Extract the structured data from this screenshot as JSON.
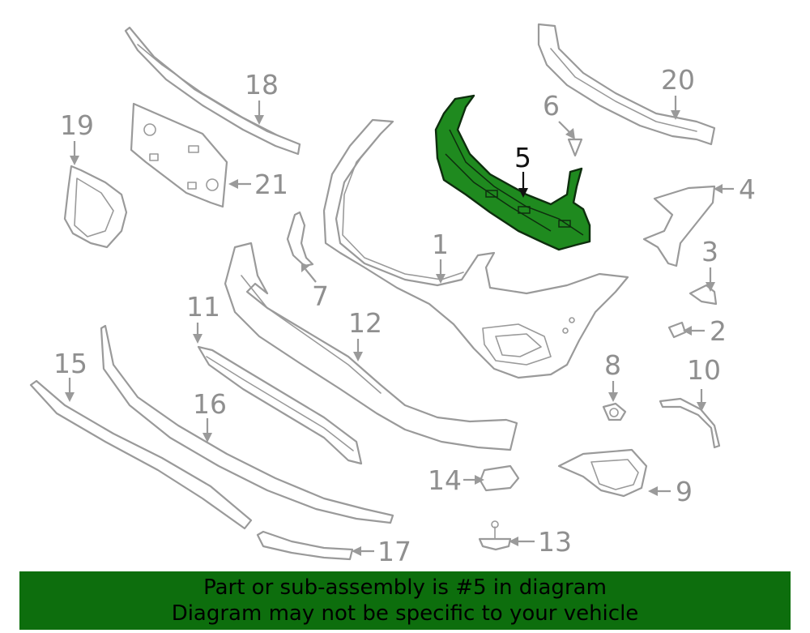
{
  "callouts": {
    "c1": "1",
    "c2": "2",
    "c3": "3",
    "c4": "4",
    "c5": "5",
    "c6": "6",
    "c7": "7",
    "c8": "8",
    "c9": "9",
    "c10": "10",
    "c11": "11",
    "c12": "12",
    "c13": "13",
    "c14": "14",
    "c15": "15",
    "c16": "16",
    "c17": "17",
    "c18": "18",
    "c19": "19",
    "c20": "20",
    "c21": "21"
  },
  "highlighted_part": "5",
  "colors": {
    "highlight_fill": "#1f8a1f",
    "banner_background": "#0d6e0d",
    "outline": "#9a9a9a"
  },
  "banner": {
    "line1": "Part or sub-assembly is #5 in diagram",
    "line2": "Diagram may not be specific to your vehicle"
  }
}
